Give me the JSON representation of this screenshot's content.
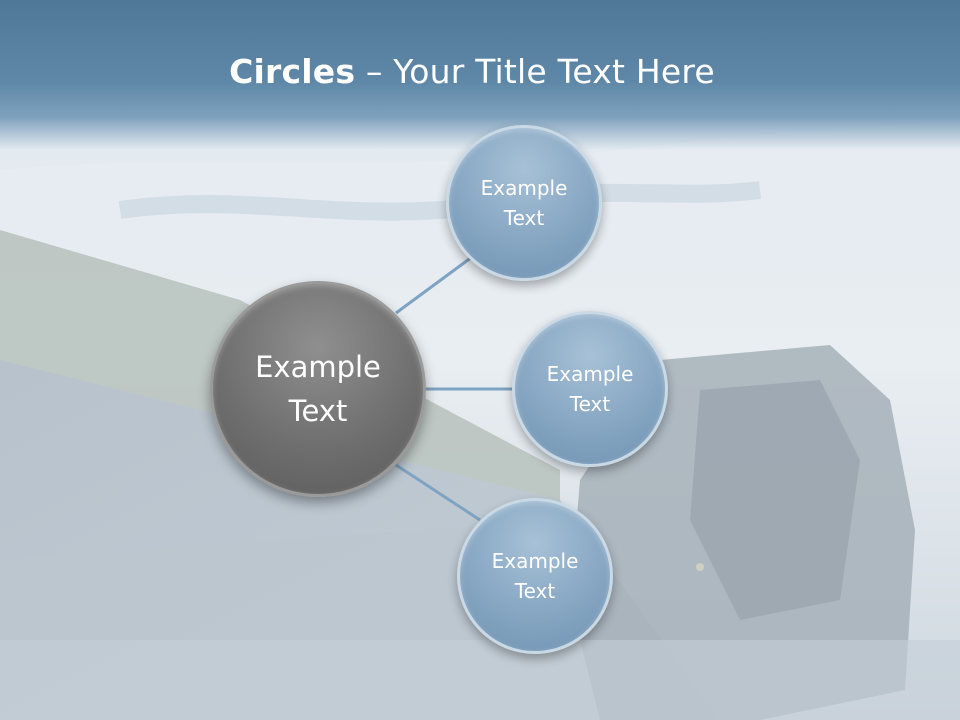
{
  "slide": {
    "title_bold": "Circles",
    "title_rest": " – Your Title Text Here"
  },
  "diagram": {
    "center": {
      "label": "Example Text"
    },
    "satellites": [
      {
        "label": "Example Text"
      },
      {
        "label": "Example Text"
      },
      {
        "label": "Example Text"
      }
    ]
  },
  "colors": {
    "title_band": "#5f88a8",
    "center_circle": "#6f6f6f",
    "satellite_circle": "#86a6c2",
    "connector": "#7fa3c2"
  }
}
